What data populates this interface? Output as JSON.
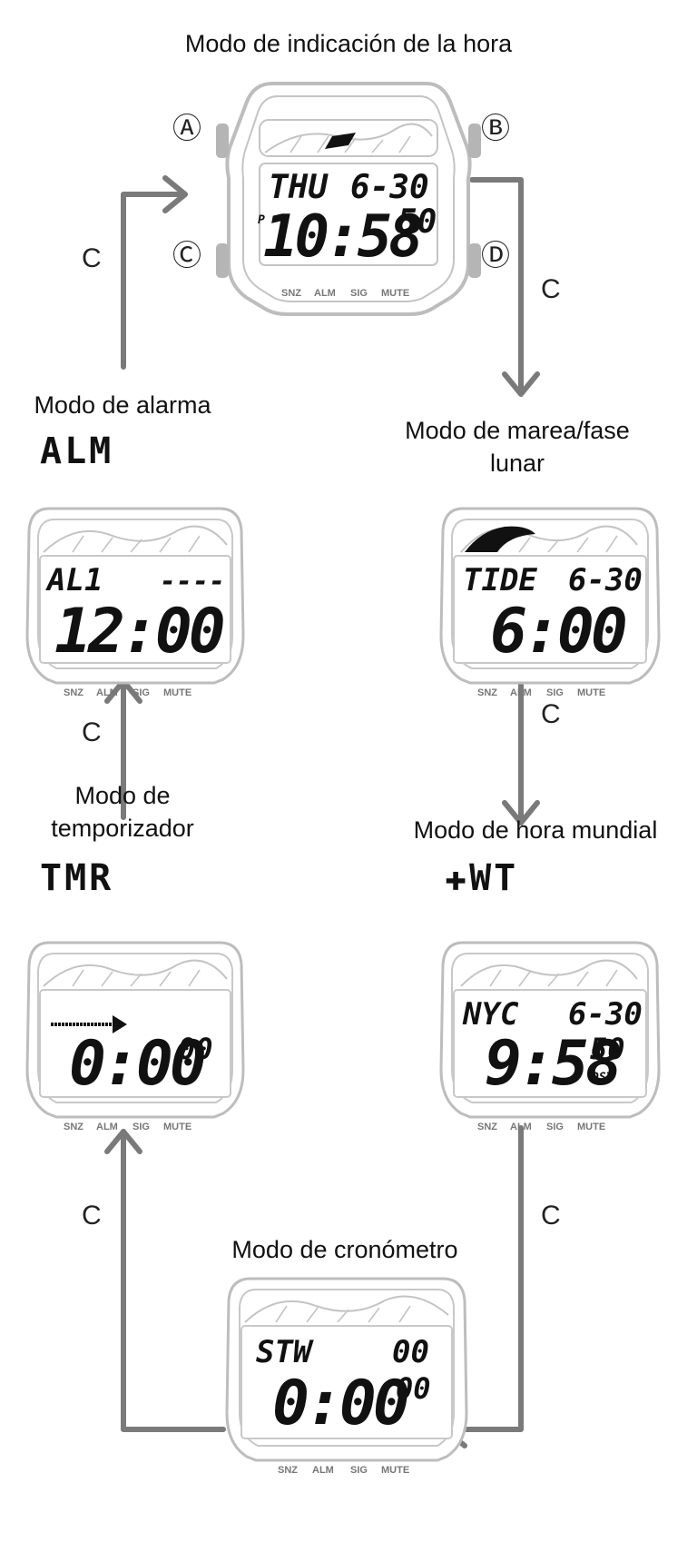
{
  "modes": {
    "timekeeping": {
      "label": "Modo de indicación de la hora",
      "buttons": [
        "Ⓐ",
        "Ⓑ",
        "Ⓒ",
        "Ⓓ"
      ],
      "row1_left": "THU",
      "row1_right": "6-30",
      "pm": "P",
      "main": "10:58",
      "seconds": "50"
    },
    "tide_moon": {
      "label_line1": "Modo de marea/fase",
      "label_line2": "lunar",
      "row1_left": "TIDE",
      "row1_right": "6-30",
      "main": "6:00"
    },
    "world_time": {
      "label": "Modo de hora mundial",
      "code": "✚WT",
      "row1_left": "NYC",
      "row1_right": "6-30",
      "main": "9:58",
      "seconds": "50",
      "dst": "DST"
    },
    "stopwatch": {
      "label": "Modo de cronómetro",
      "row1_left": "STW",
      "row1_right": "00",
      "main": "0:00",
      "seconds": "00"
    },
    "timer": {
      "label_line1": "Modo de",
      "label_line2": "temporizador",
      "code": "TMR",
      "main": "0:00",
      "seconds": "00"
    },
    "alarm": {
      "label": "Modo de alarma",
      "code": "ALM",
      "row1_left": "AL1",
      "row1_right": "----",
      "main": "12:00"
    }
  },
  "indicator_labels": [
    "SNZ",
    "ALM",
    "SIG",
    "MUTE"
  ],
  "arrow_label": "C",
  "colors": {
    "arrow": "#7a7a7a",
    "outline": "#b5b5b5",
    "ink": "#111111"
  }
}
